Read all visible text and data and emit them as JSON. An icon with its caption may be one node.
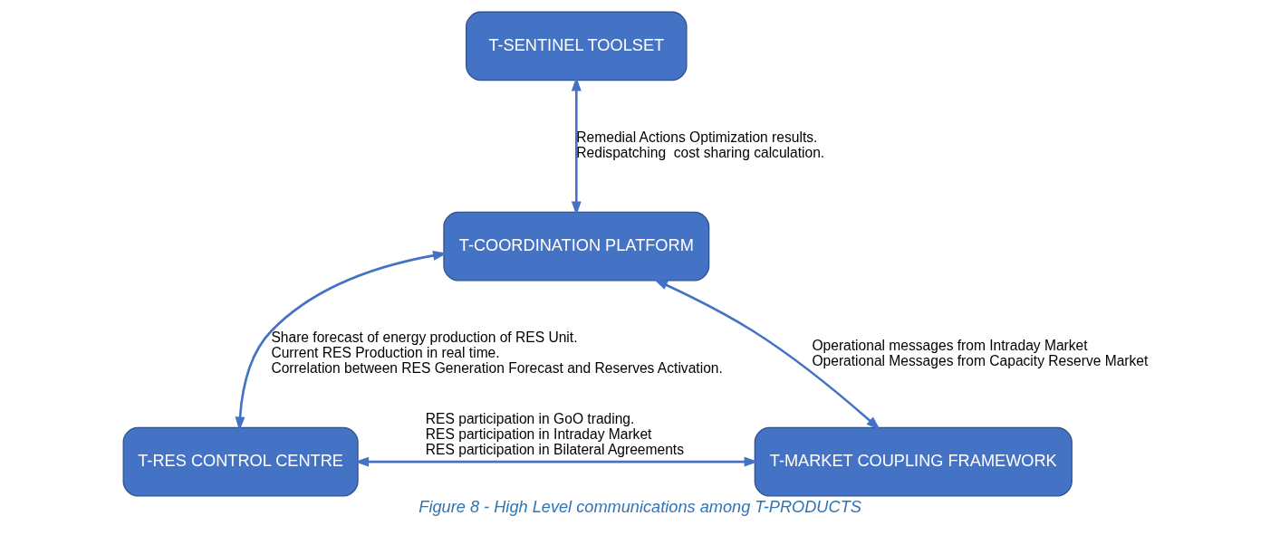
{
  "diagram": {
    "caption": "Figure 8 - High Level communications among T-PRODUCTS",
    "nodes": [
      {
        "text": [
          "T-SENTINEL TOOLSET"
        ]
      },
      {
        "text": [
          "T-COORDINATION PLATFORM"
        ]
      },
      {
        "text": [
          "T-RES CONTROL CENTRE"
        ]
      },
      {
        "text": [
          "T-MARKET COUPLING FRAMEWORK"
        ]
      }
    ],
    "edges": [
      {
        "from": 0,
        "to": 1,
        "arrow": "both",
        "label": "Remedial Actions Optimization results.\nRedispatching  cost sharing calculation."
      },
      {
        "from": 1,
        "to": 2,
        "arrow": "both",
        "label": "Share forecast of energy production of RES Unit.\nCurrent RES Production in real time.\nCorrelation between RES Generation Forecast and Reserves Activation."
      },
      {
        "from": 1,
        "to": 3,
        "arrow": "both",
        "label": "Operational messages from Intraday Market\nOperational Messages from Capacity Reserve Market"
      },
      {
        "from": 2,
        "to": 3,
        "arrow": "both",
        "label": "RES participation in GoO trading.\nRES participation in Intraday Market\nRES participation in Bilateral Agreements"
      }
    ]
  }
}
